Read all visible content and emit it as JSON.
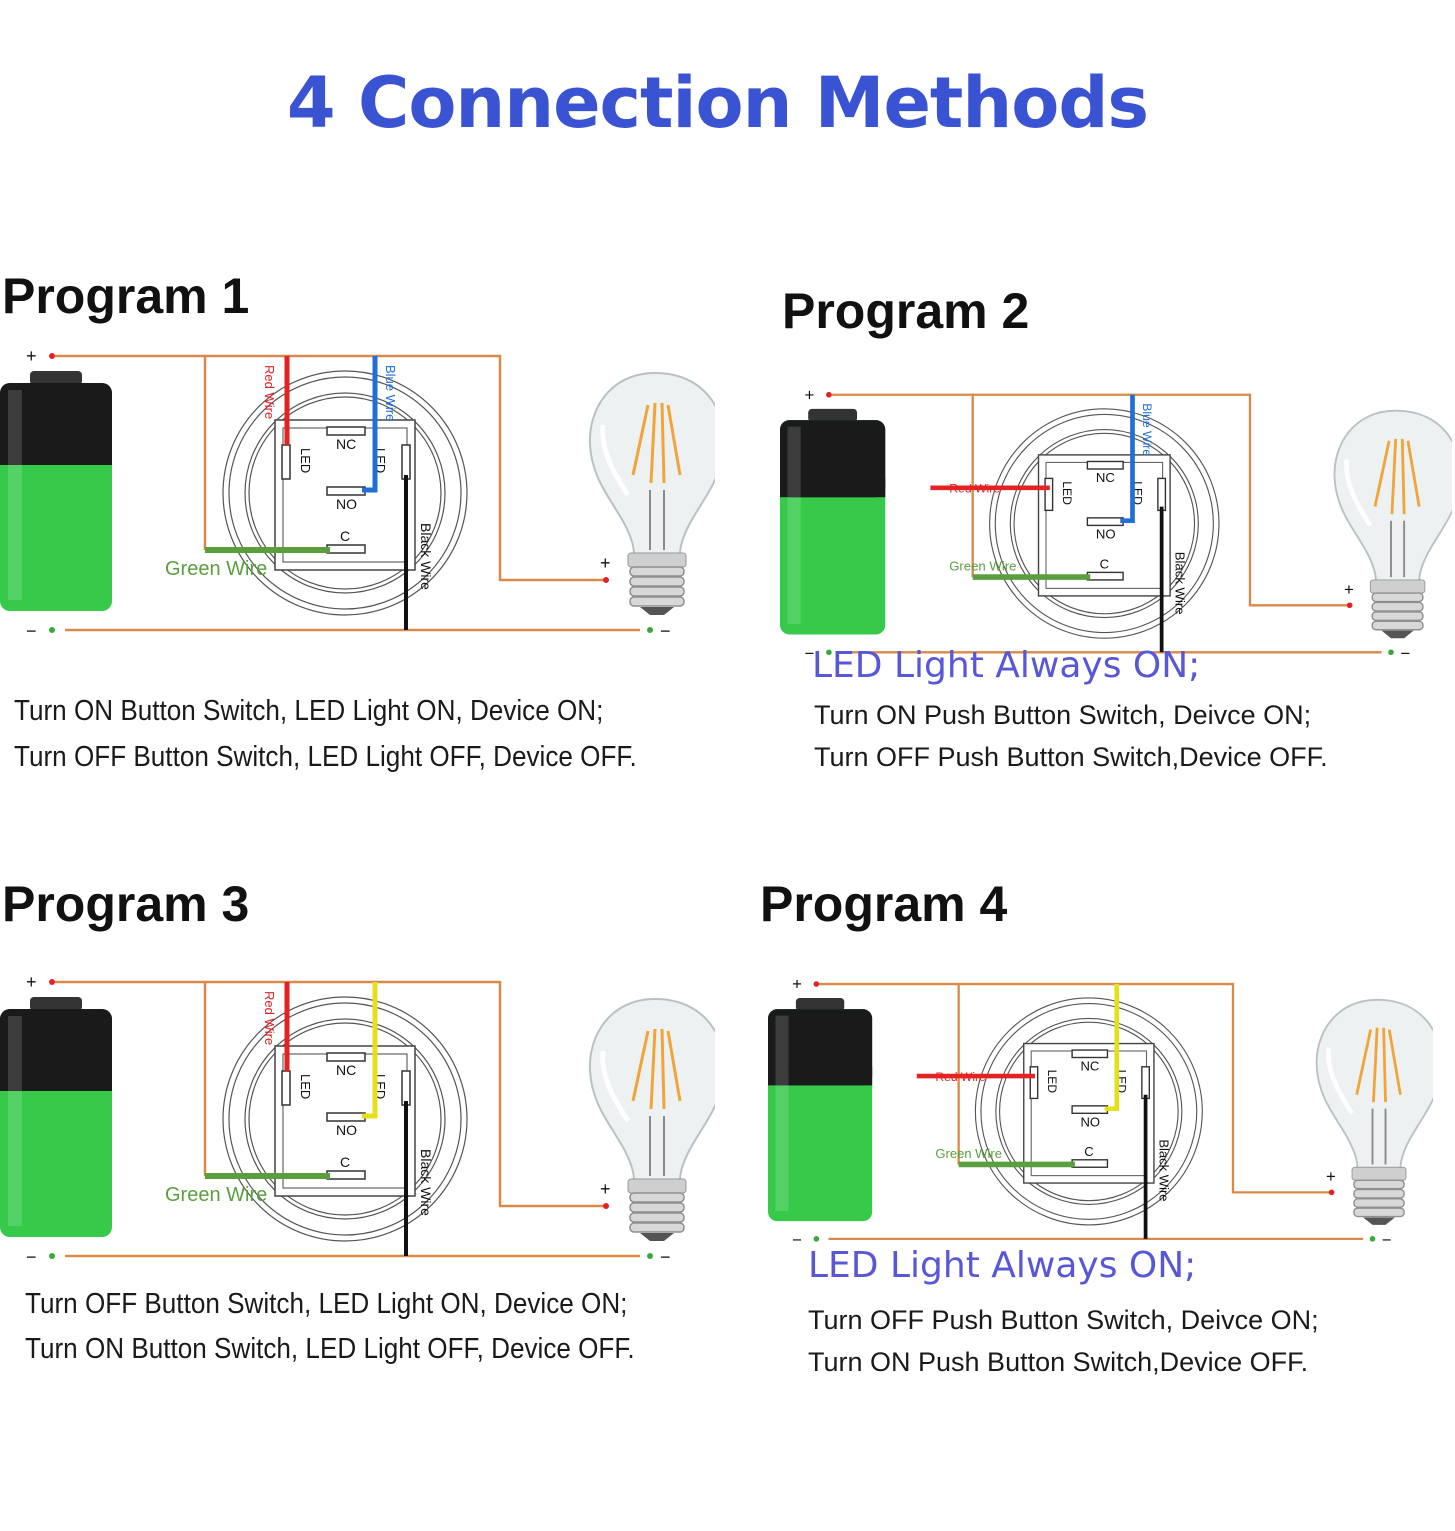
{
  "title": "4 Connection Methods",
  "colors": {
    "title": "#3a53d2",
    "orange_wire": "#d9894a",
    "red_wire": "#e32222",
    "blue_wire": "#1f6fd6",
    "green_wire": "#5b9e3e",
    "yellow_wire": "#e6e018",
    "black_wire": "#111111",
    "battery_top": "#1a1a1a",
    "battery_fill": "#36c94a",
    "caption_accent": "#5757d8"
  },
  "labels": {
    "plus": "+",
    "minus": "−",
    "led": "LED",
    "nc": "NC",
    "no": "NO",
    "c": "C",
    "red_wire": "Red Wire",
    "blue_wire": "Blue Wire",
    "green_wire": "Green Wire",
    "black_wire": "Black Wire",
    "yellow_wire": "Yellow Wire"
  },
  "programs": [
    {
      "title": "Program 1",
      "accent_caption": "",
      "lines": [
        "Turn ON Button Switch, LED Light ON, Device ON;",
        "Turn OFF Button Switch, LED Light OFF, Device OFF."
      ],
      "led_wire_color": "red",
      "top_wire_color": "blue"
    },
    {
      "title": "Program 2",
      "accent_caption": "LED Light Always ON;",
      "lines": [
        "Turn ON Push Button Switch,  Deivce ON;",
        "Turn OFF Push Button Switch,Device OFF."
      ],
      "led_wire_color": "red",
      "top_wire_color": "blue"
    },
    {
      "title": "Program 3",
      "accent_caption": "",
      "lines": [
        "Turn OFF Button Switch, LED Light ON, Device ON;",
        "Turn ON Button Switch, LED Light OFF, Device OFF."
      ],
      "led_wire_color": "red",
      "top_wire_color": "yellow"
    },
    {
      "title": "Program 4",
      "accent_caption": "LED Light Always ON;",
      "lines": [
        "Turn OFF Push Button Switch,  Deivce ON;",
        "Turn ON Push Button Switch,Device OFF."
      ],
      "led_wire_color": "red",
      "top_wire_color": "yellow"
    }
  ]
}
